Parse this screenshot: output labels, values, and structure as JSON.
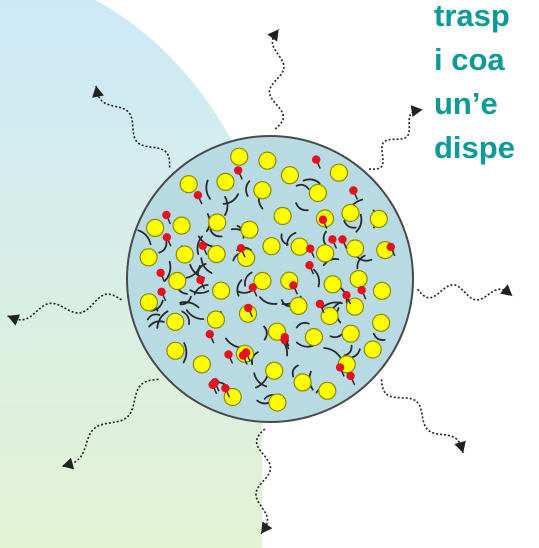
{
  "slide": {
    "text_lines": [
      "trasp",
      "i coa",
      "un’e",
      "dispe"
    ]
  },
  "colors": {
    "text": "#0d9a9a",
    "sphere_fill": "#b8dbe3",
    "sphere_stroke": "#4a4a4a",
    "particle_fill": "#ffff00",
    "particle_stroke": "#8a8a00",
    "molecule_head": "#e8101c",
    "chain": "#2a2a2a",
    "arrow": "#222222",
    "panel_top": "#cde9f8",
    "panel_bottom": "#e4f3d4"
  },
  "icons": {
    "sphere": "emulsion-droplet",
    "particle": "yellow-particle",
    "molecule": "surfactant-molecule",
    "arrow": "wavy-dispersion-arrow"
  }
}
